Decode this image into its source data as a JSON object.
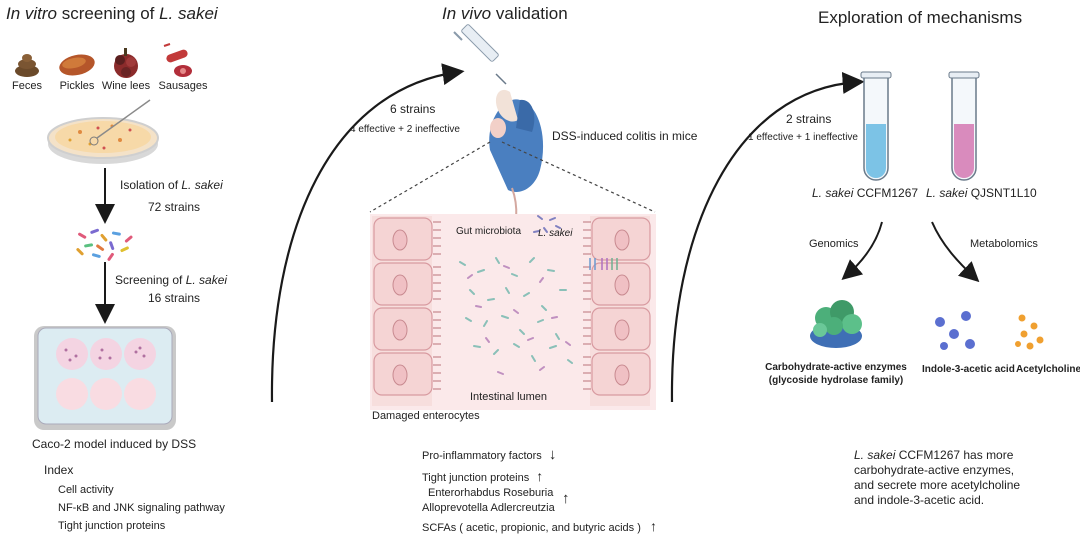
{
  "panels": {
    "left": {
      "title_italic": "In vitro",
      "title_mid": " screening of ",
      "title_species": "L. sakei",
      "sources": [
        "Feces",
        "Pickles",
        "Wine lees",
        "Sausages"
      ],
      "isolation_prefix": "Isolation of ",
      "isolation_species": "L. sakei",
      "isolation_count": "72 strains",
      "screening_prefix": "Screening of ",
      "screening_species": "L. sakei",
      "screening_count": "16 strains",
      "model_label": "Caco-2 model induced by DSS",
      "index_title": "Index",
      "index_items": [
        "Cell activity",
        "NF-κB and JNK signaling pathway",
        "Tight junction proteins"
      ]
    },
    "middle": {
      "title_italic": "In vivo",
      "title_rest": " validation",
      "strains": "6 strains",
      "strains_detail": "4 effective + 2 ineffective",
      "model_label": "DSS-induced colitis in mice",
      "gut_microbiota": "Gut microbiota",
      "species_label": "L. sakei",
      "lumen_label": "Intestinal lumen",
      "damaged_label": "Damaged enterocytes",
      "results": [
        {
          "text": "Pro-inflammatory factors",
          "arrow": "↓"
        },
        {
          "text": "Tight junction proteins",
          "arrow": "↑"
        },
        {
          "text": "Enterorhabdus Roseburia",
          "text2": "Alloprevotella Adlercreutzia",
          "arrow": "↑"
        },
        {
          "text": "SCFAs ( acetic, propionic, and butyric acids )",
          "arrow": "↑"
        }
      ]
    },
    "right": {
      "title": "Exploration of mechanisms",
      "strains": "2 strains",
      "strains_detail": "1 effective + 1 ineffective",
      "strain_a_species": "L. sakei",
      "strain_a_id": " CCFM1267",
      "strain_b_species": "L. sakei",
      "strain_b_id": " QJSNT1L10",
      "genomics": "Genomics",
      "metabolomics": "Metabolomics",
      "enzymes_line1": "Carbohydrate-active enzymes",
      "enzymes_line2": "(glycoside hydrolase family)",
      "indole": "Indole-3-acetic acid",
      "acetylcholine": "Acetylcholine",
      "conclusion_species": "L. sakei",
      "conclusion_l1": " CCFM1267 has more",
      "conclusion_l2": "carbohydrate-active enzymes,",
      "conclusion_l3": "and secrete more acetylcholine",
      "conclusion_l4": "and indole-3-acetic acid."
    }
  },
  "colors": {
    "tube_blue": "#7cc3e6",
    "tube_pink": "#d98bbd",
    "tissue": "#f2c9cc",
    "enterocyte": "#f5d9d8",
    "enzyme_green": "#4caf7a",
    "enzyme_blue": "#3f6fb5",
    "dot_blue": "#5b6fd0",
    "dot_orange": "#f0a030"
  }
}
